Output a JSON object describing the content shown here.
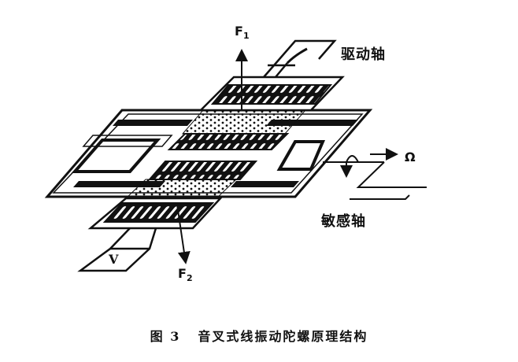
{
  "figure": {
    "title": "音叉式线振动陀螺原理结构",
    "number": "图 3",
    "labels": {
      "drive_axis": "驱动轴",
      "sense_axis": "敏感轴",
      "force_top": "F",
      "force_top_sub": "1",
      "force_bottom": "F",
      "force_bottom_sub": "2",
      "voltage": "V",
      "rotation": "Ω"
    },
    "colors": {
      "ink": "#111111",
      "background": "#ffffff"
    }
  }
}
